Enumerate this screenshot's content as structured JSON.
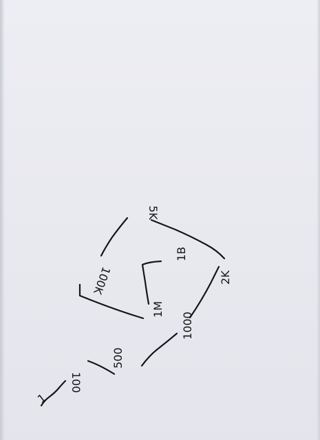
{
  "diagram": {
    "labels": {
      "one": "1",
      "hundred": "100",
      "five_hundred": "500",
      "thousand": "1000",
      "million": "1M",
      "billion": "1B",
      "two_k": "2K",
      "five_k": "5K",
      "hundred_k": "100K"
    }
  }
}
